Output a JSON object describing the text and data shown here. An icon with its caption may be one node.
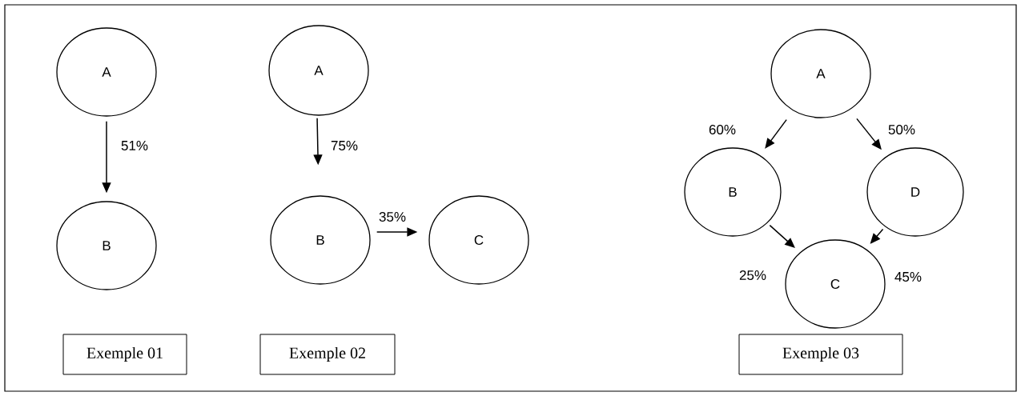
{
  "diagram": {
    "nodes": [
      {
        "text": [
          "A"
        ]
      },
      {
        "text": [
          "B"
        ]
      },
      {
        "text": [
          "A"
        ]
      },
      {
        "text": [
          "B"
        ]
      },
      {
        "text": [
          "C"
        ]
      },
      {
        "text": [
          "A"
        ]
      },
      {
        "text": [
          "B"
        ]
      },
      {
        "text": [
          "D"
        ]
      },
      {
        "text": [
          "C"
        ]
      },
      {
        "text": [
          "Exemple 01"
        ]
      },
      {
        "text": [
          "Exemple 02"
        ]
      },
      {
        "text": [
          "Exemple 03"
        ]
      }
    ],
    "edges": [
      {
        "from": 0,
        "to": 1,
        "arrow": "to",
        "label": "51%"
      },
      {
        "from": 2,
        "to": 3,
        "arrow": "to",
        "label": "75%"
      },
      {
        "from": 3,
        "to": 4,
        "arrow": "to",
        "label": "35%"
      },
      {
        "from": 5,
        "to": 6,
        "arrow": "to",
        "label": "60%"
      },
      {
        "from": 5,
        "to": 7,
        "arrow": "to",
        "label": "50%"
      },
      {
        "from": 6,
        "to": 8,
        "arrow": "to",
        "label": "25%"
      },
      {
        "from": 7,
        "to": 8,
        "arrow": "to",
        "label": "45%"
      }
    ]
  }
}
